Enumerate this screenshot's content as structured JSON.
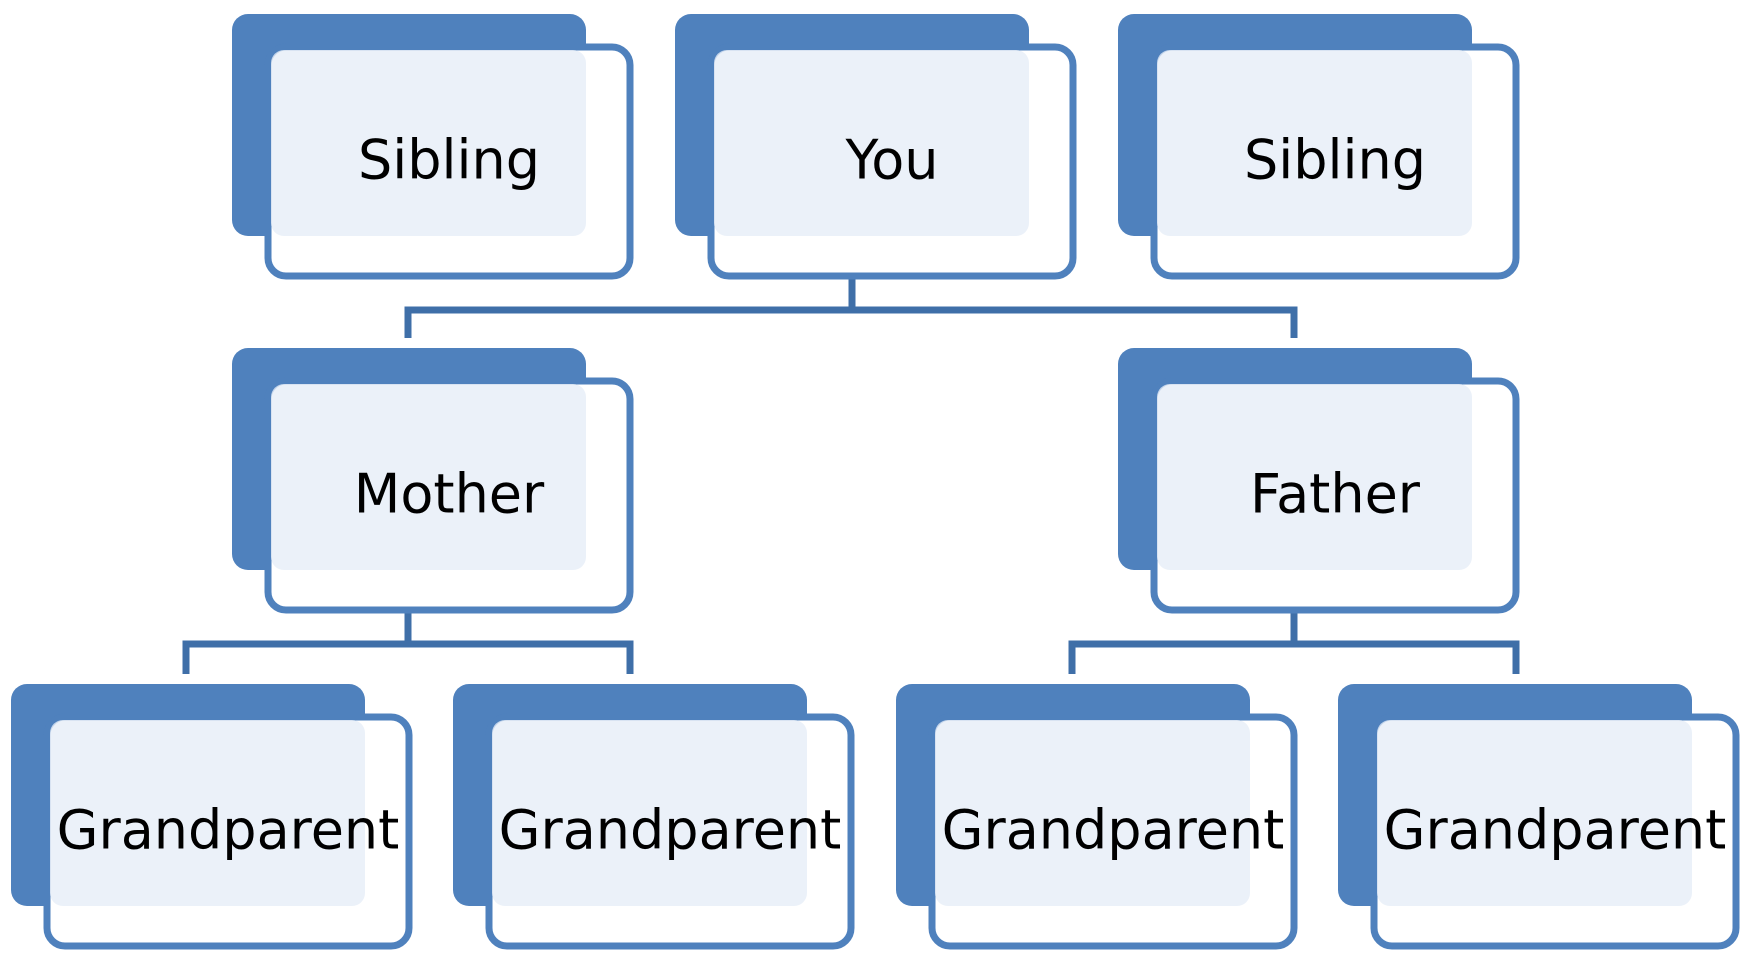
{
  "colors": {
    "accent": "#4f81bd",
    "box_back": "#4f81bd",
    "box_inner": "#e6edf7",
    "connector": "#3f6fa8",
    "text": "#000000"
  },
  "nodes": {
    "sibling_left": {
      "label": "Sibling"
    },
    "you": {
      "label": "You"
    },
    "sibling_right": {
      "label": "Sibling"
    },
    "mother": {
      "label": "Mother"
    },
    "father": {
      "label": "Father"
    },
    "grandparent_1": {
      "label": "Grandparent"
    },
    "grandparent_2": {
      "label": "Grandparent"
    },
    "grandparent_3": {
      "label": "Grandparent"
    },
    "grandparent_4": {
      "label": "Grandparent"
    }
  },
  "edges": [
    {
      "from": "you",
      "to": "mother"
    },
    {
      "from": "you",
      "to": "father"
    },
    {
      "from": "mother",
      "to": "grandparent_1"
    },
    {
      "from": "mother",
      "to": "grandparent_2"
    },
    {
      "from": "father",
      "to": "grandparent_3"
    },
    {
      "from": "father",
      "to": "grandparent_4"
    }
  ]
}
